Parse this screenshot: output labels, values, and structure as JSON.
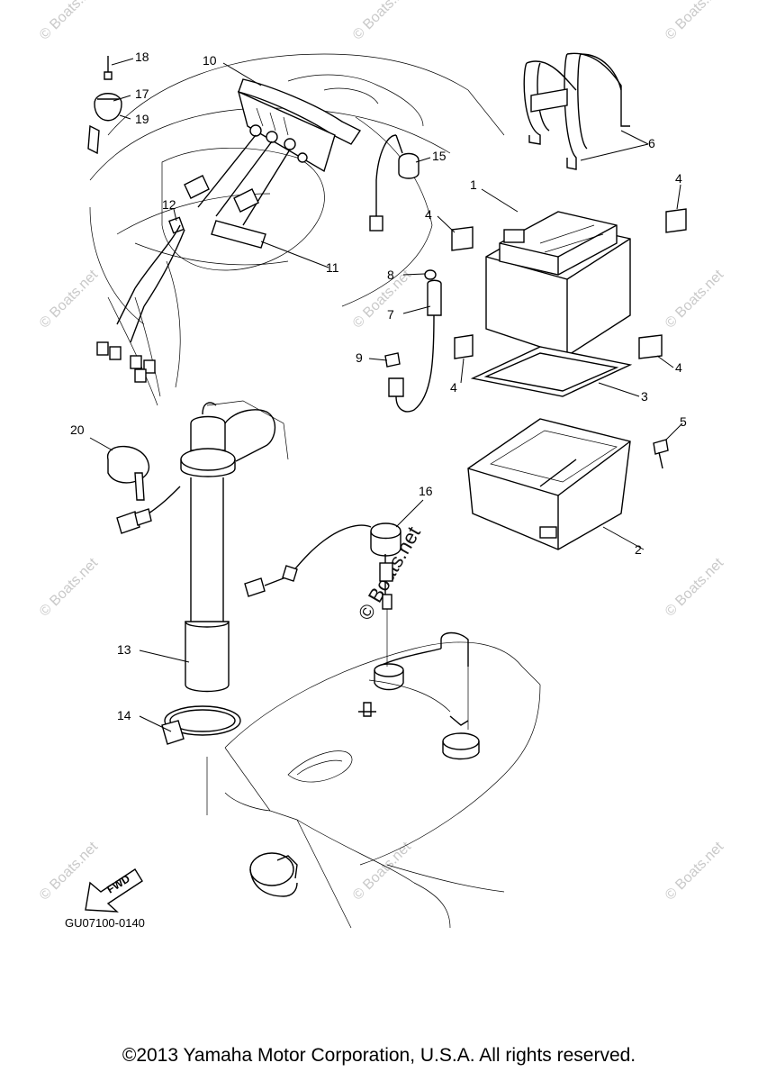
{
  "callouts": [
    {
      "num": "1"
    },
    {
      "num": "2"
    },
    {
      "num": "3"
    },
    {
      "num": "4"
    },
    {
      "num": "4"
    },
    {
      "num": "4"
    },
    {
      "num": "4"
    },
    {
      "num": "5"
    },
    {
      "num": "6"
    },
    {
      "num": "7"
    },
    {
      "num": "8"
    },
    {
      "num": "9"
    },
    {
      "num": "10"
    },
    {
      "num": "11"
    },
    {
      "num": "12"
    },
    {
      "num": "13"
    },
    {
      "num": "14"
    },
    {
      "num": "15"
    },
    {
      "num": "16"
    },
    {
      "num": "17"
    },
    {
      "num": "18"
    },
    {
      "num": "19"
    },
    {
      "num": "20"
    }
  ],
  "fwd_label": "FWD",
  "part_code": "GU07100-0140",
  "watermark_text": "© Boats.net",
  "center_watermark": "© Boats.net",
  "copyright": "©2013 Yamaha Motor Corporation, U.S.A. All rights reserved."
}
